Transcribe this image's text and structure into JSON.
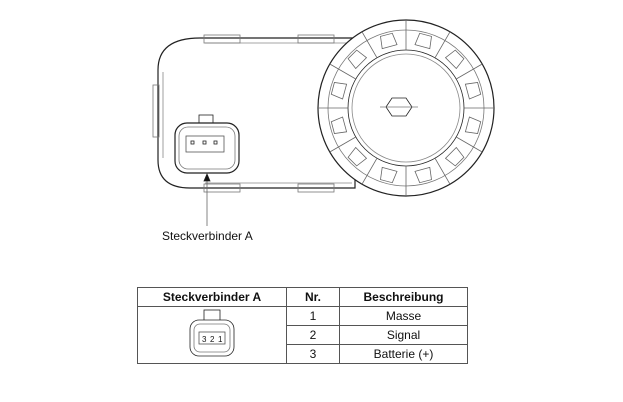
{
  "callout_label": "Steckverbinder A",
  "table": {
    "headers": [
      "Steckverbinder A",
      "Nr.",
      "Beschreibung"
    ],
    "rows": [
      {
        "nr": "1",
        "desc": "Masse"
      },
      {
        "nr": "2",
        "desc": "Signal"
      },
      {
        "nr": "3",
        "desc": "Batterie (+)"
      }
    ],
    "pin_labels": [
      "3",
      "2",
      "1"
    ]
  }
}
